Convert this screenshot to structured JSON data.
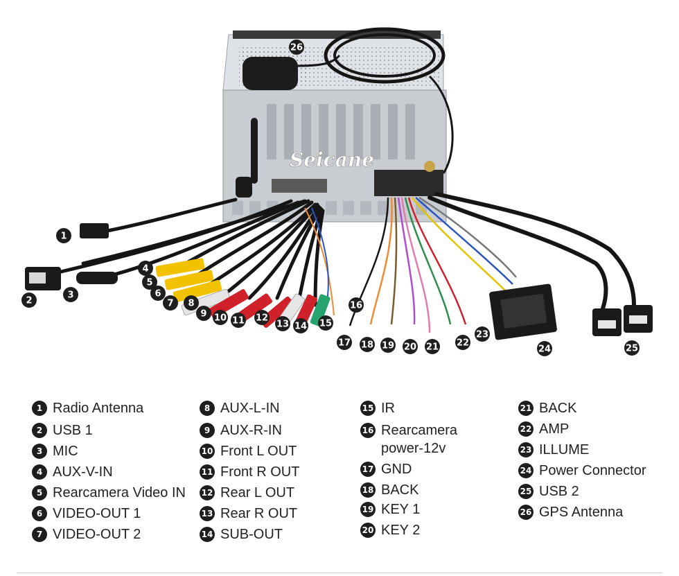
{
  "brand": "Seicane",
  "colors": {
    "chassis": "#cfd3d8",
    "chassis_dark": "#9aa0a6",
    "cable": "#1a1a1a",
    "rca_yellow": "#f2c200",
    "rca_red": "#d0202a",
    "rca_white": "#e6e6e6",
    "rca_green": "#27a36f",
    "badge": "#1e1e1e"
  },
  "legend": [
    {
      "n": "1",
      "label": "Radio Antenna"
    },
    {
      "n": "2",
      "label": "USB 1"
    },
    {
      "n": "3",
      "label": "MIC"
    },
    {
      "n": "4",
      "label": "AUX-V-IN"
    },
    {
      "n": "5",
      "label": "Rearcamera Video IN"
    },
    {
      "n": "6",
      "label": "VIDEO-OUT 1"
    },
    {
      "n": "7",
      "label": "VIDEO-OUT 2"
    },
    {
      "n": "8",
      "label": "AUX-L-IN"
    },
    {
      "n": "9",
      "label": "AUX-R-IN"
    },
    {
      "n": "10",
      "label": "Front L OUT"
    },
    {
      "n": "11",
      "label": "Front R OUT"
    },
    {
      "n": "12",
      "label": "Rear L OUT"
    },
    {
      "n": "13",
      "label": "Rear R OUT"
    },
    {
      "n": "14",
      "label": "SUB-OUT"
    },
    {
      "n": "15",
      "label": "IR"
    },
    {
      "n": "16",
      "label": "Rearcamera\npower-12v"
    },
    {
      "n": "17",
      "label": "GND"
    },
    {
      "n": "18",
      "label": "BACK"
    },
    {
      "n": "19",
      "label": "KEY 1"
    },
    {
      "n": "20",
      "label": "KEY 2"
    },
    {
      "n": "21",
      "label": "BACK"
    },
    {
      "n": "22",
      "label": "AMP"
    },
    {
      "n": "23",
      "label": "ILLUME"
    },
    {
      "n": "24",
      "label": "Power Connector"
    },
    {
      "n": "25",
      "label": "USB 2"
    },
    {
      "n": "26",
      "label": "GPS Antenna"
    }
  ]
}
